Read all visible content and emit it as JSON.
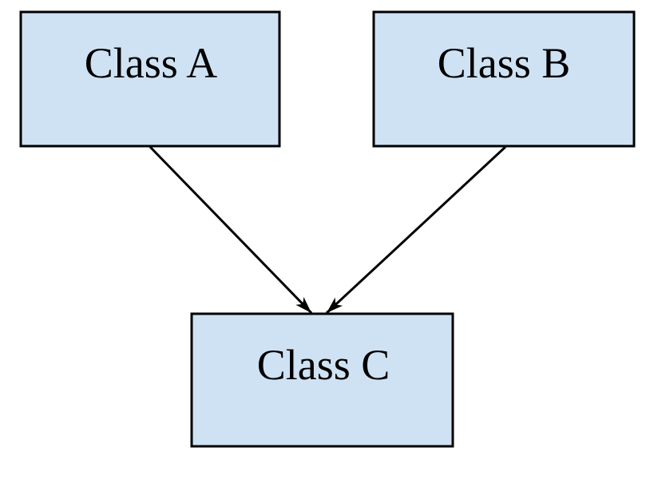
{
  "diagram": {
    "title": "class-inheritance-diagram",
    "background_color": "#ffffff",
    "node_fill_color": "#cfe2f3",
    "node_border_color": "#000000",
    "arrow_color": "#000000",
    "nodes": [
      {
        "id": "class-a",
        "label": "Class A"
      },
      {
        "id": "class-b",
        "label": "Class B"
      },
      {
        "id": "class-c",
        "label": "Class C"
      }
    ],
    "edges": [
      {
        "from": "class-a",
        "to": "class-c",
        "style": "solid-arrow"
      },
      {
        "from": "class-b",
        "to": "class-c",
        "style": "solid-arrow"
      }
    ]
  }
}
